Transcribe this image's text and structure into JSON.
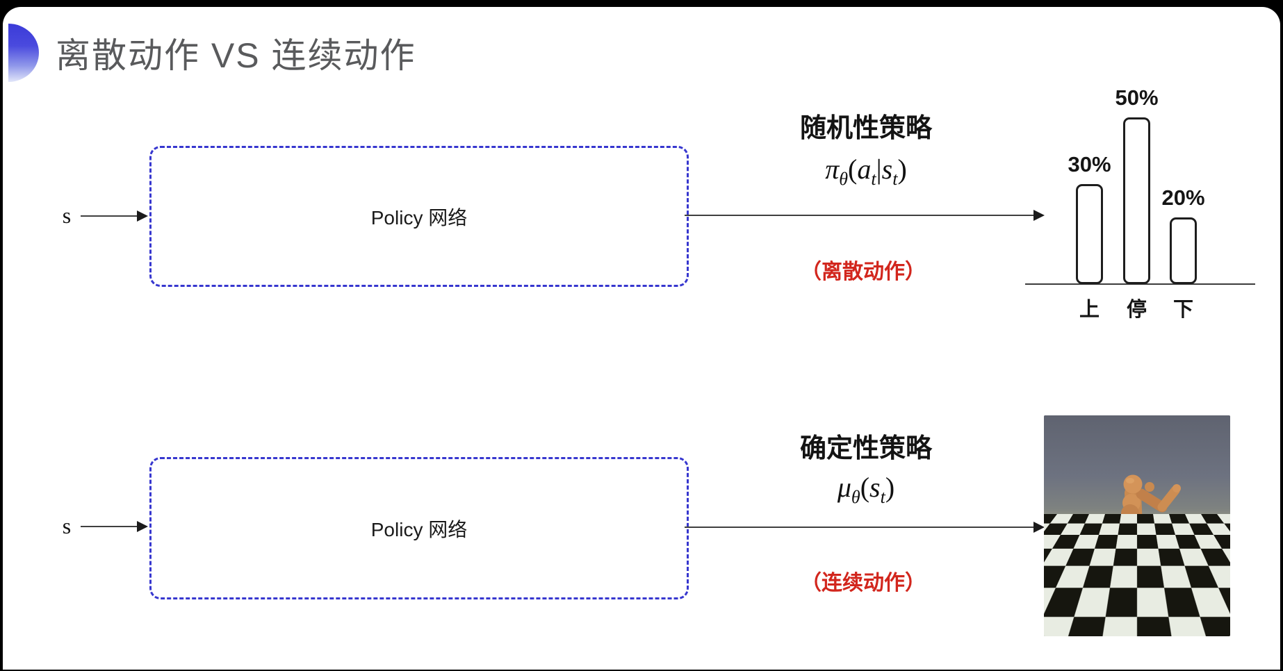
{
  "slide": {
    "title": "离散动作 VS 连续动作",
    "accent_color": "#3737cf",
    "note_color": "#d2261d",
    "title_color": "#595a5c"
  },
  "top_flow": {
    "input_label": "s",
    "box_label": "Policy 网络",
    "policy_type": "随机性策略",
    "formula_parts": [
      {
        "t": "π",
        "k": "i"
      },
      {
        "t": "θ",
        "k": "sub"
      },
      {
        "t": "(",
        "k": "n"
      },
      {
        "t": "a",
        "k": "i"
      },
      {
        "t": "t",
        "k": "sub"
      },
      {
        "t": "|",
        "k": "n"
      },
      {
        "t": "s",
        "k": "i"
      },
      {
        "t": "t",
        "k": "sub"
      },
      {
        "t": ")",
        "k": "n"
      }
    ],
    "action_note": "（离散动作）"
  },
  "bottom_flow": {
    "input_label": "s",
    "box_label": "Policy 网络",
    "policy_type": "确定性策略",
    "formula_parts": [
      {
        "t": "μ",
        "k": "i"
      },
      {
        "t": "θ",
        "k": "sub"
      },
      {
        "t": "(",
        "k": "n"
      },
      {
        "t": "s",
        "k": "i"
      },
      {
        "t": "t",
        "k": "sub"
      },
      {
        "t": ")",
        "k": "n"
      }
    ],
    "action_note": "（连续动作）"
  },
  "chart_data": {
    "type": "bar",
    "categories": [
      "上",
      "停",
      "下"
    ],
    "values": [
      30,
      50,
      20
    ],
    "value_labels": [
      "30%",
      "50%",
      "20%"
    ],
    "title": "",
    "xlabel": "",
    "ylabel": "",
    "ylim": [
      0,
      50
    ],
    "grid": false,
    "legend": "none",
    "bar_style": "white fill, black rounded outline",
    "note": "action probability distribution over discrete actions"
  },
  "robot_scene": {
    "description_colors": {
      "sky": "#6d7280",
      "floor_light": "#e8ece2",
      "floor_dark": "#16160f",
      "robot_body": "#cd8d52"
    }
  }
}
